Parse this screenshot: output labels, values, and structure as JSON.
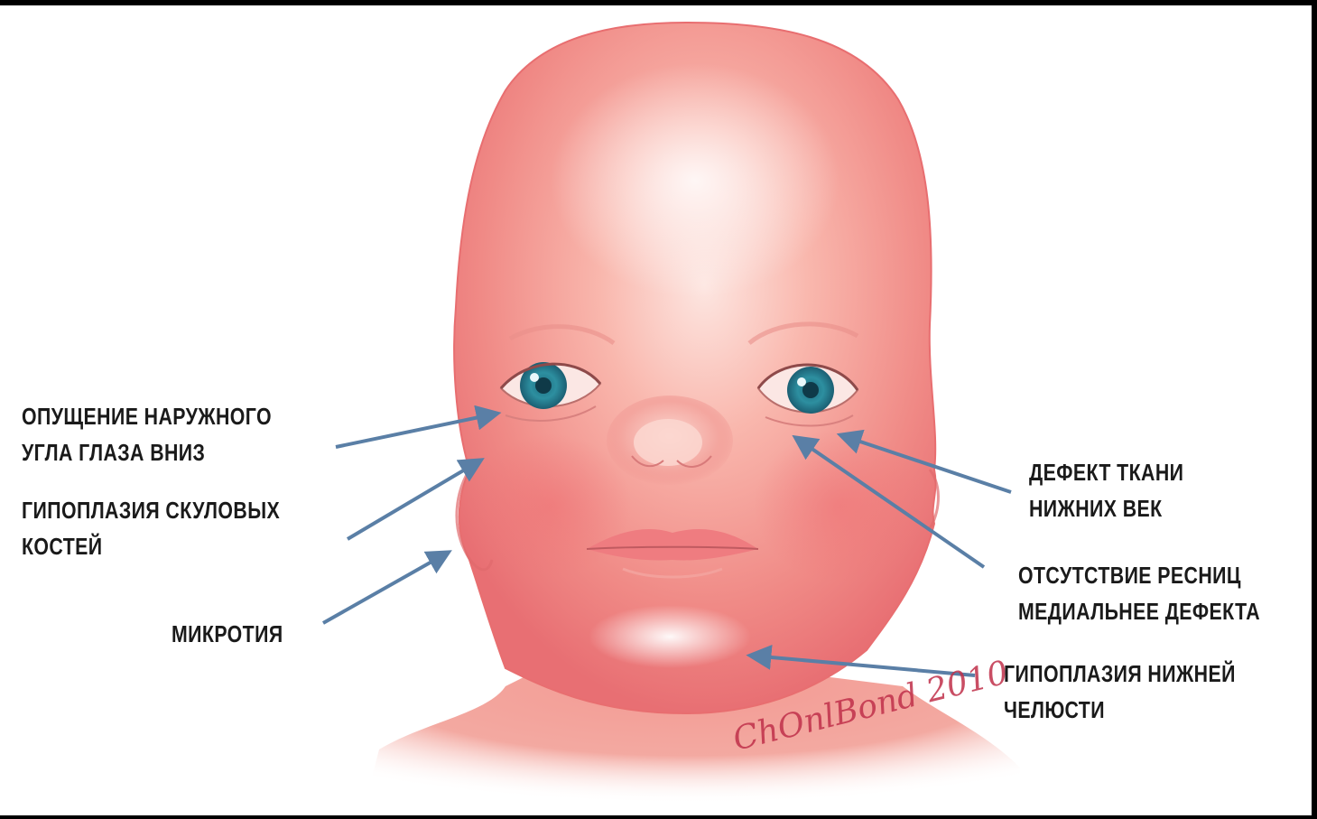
{
  "labels": {
    "eye_corner": [
      "ОПУЩЕНИЕ НАРУЖНОГО",
      "УГЛА ГЛАЗА ВНИЗ"
    ],
    "cheekbones": [
      "ГИПОПЛАЗИЯ СКУЛОВЫХ",
      "КОСТЕЙ"
    ],
    "microtia": [
      "МИКРОТИЯ"
    ],
    "eyelid_defect": [
      "ДЕФЕКТ ТКАНИ",
      "НИЖНИХ ВЕК"
    ],
    "eyelashes": [
      "ОТСУТСТВИЕ РЕСНИЦ",
      "МЕДИАЛЬНЕЕ ДЕФЕКТА"
    ],
    "jaw": [
      "ГИПОПЛАЗИЯ НИЖНЕЙ",
      "ЧЕЛЮСТИ"
    ]
  },
  "signature": "ChOnlBond 2010",
  "colors": {
    "skin": "#f08a86",
    "skin_light": "#fbd3cc",
    "iris": "#2d8fa0",
    "arrow": "#5a7fa6",
    "text": "#1a1a1a"
  }
}
